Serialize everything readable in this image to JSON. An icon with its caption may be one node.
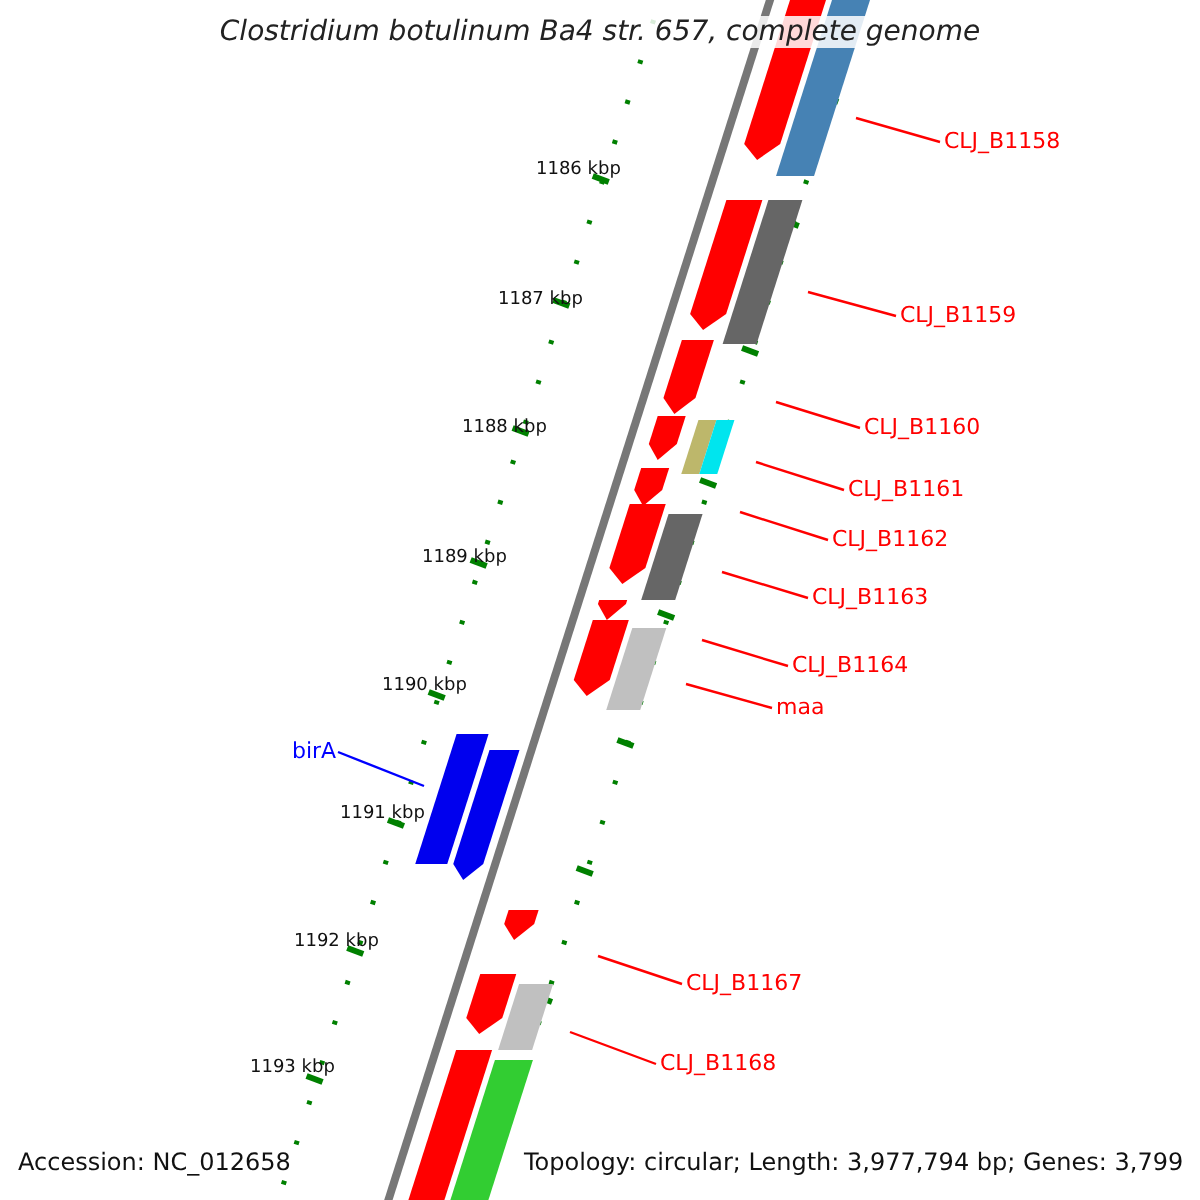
{
  "diagram": {
    "title": "Clostridium botulinum Ba4 str. 657, complete genome",
    "nodes": [
      {
        "text": [
          "CLJ_B1158"
        ]
      },
      {
        "text": [
          "CLJ_B1159"
        ]
      },
      {
        "text": [
          "CLJ_B1160"
        ]
      },
      {
        "text": [
          "CLJ_B1161"
        ]
      },
      {
        "text": [
          "CLJ_B1162"
        ]
      },
      {
        "text": [
          "CLJ_B1163"
        ]
      },
      {
        "text": [
          "CLJ_B1164"
        ]
      },
      {
        "text": [
          "maa"
        ]
      },
      {
        "text": [
          "birA"
        ]
      },
      {
        "text": [
          "CLJ_B1167"
        ]
      },
      {
        "text": [
          "CLJ_B1168"
        ]
      }
    ],
    "edges": [
      {
        "from": 0,
        "to": null,
        "arrow": "none"
      },
      {
        "from": 1,
        "to": null,
        "arrow": "none"
      },
      {
        "from": 2,
        "to": null,
        "arrow": "none"
      },
      {
        "from": 3,
        "to": null,
        "arrow": "none"
      },
      {
        "from": 4,
        "to": null,
        "arrow": "none"
      },
      {
        "from": 5,
        "to": null,
        "arrow": "none"
      },
      {
        "from": 6,
        "to": null,
        "arrow": "none"
      },
      {
        "from": 7,
        "to": null,
        "arrow": "none"
      },
      {
        "from": 8,
        "to": null,
        "arrow": "none",
        "color": "#0000ff"
      },
      {
        "from": 9,
        "to": null,
        "arrow": "none"
      },
      {
        "from": 10,
        "to": null,
        "arrow": "none"
      }
    ],
    "labels": [
      "1186 kbp",
      "1187 kbp",
      "1188 kbp",
      "1189 kbp",
      "1190 kbp",
      "1191 kbp",
      "1192 kbp",
      "1193 kbp",
      "Accession: NC_012658",
      "Topology: circular; Length: 3,977,794 bp; Genes: 3,799"
    ]
  }
}
